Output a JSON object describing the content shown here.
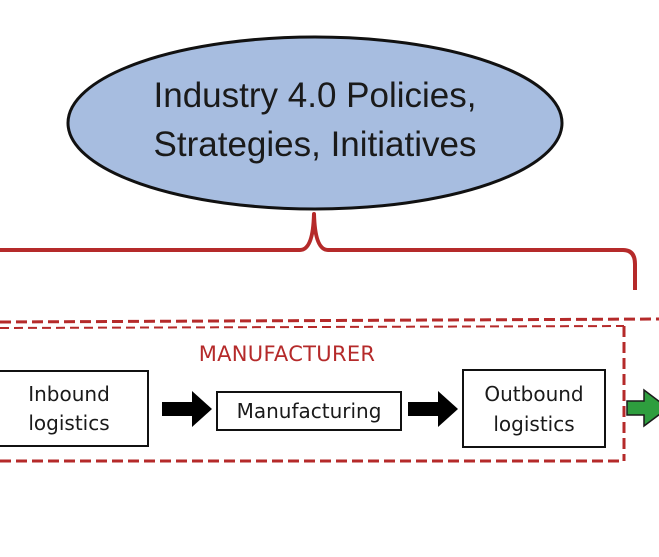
{
  "diagram": {
    "policies": {
      "line1": "Industry 4.0 Policies,",
      "line2": "Strategies, Initiatives"
    },
    "manufacturer_label": "MANUFACTURER",
    "steps": {
      "inbound": {
        "line1": "Inbound",
        "line2": "logistics"
      },
      "manufacturing": {
        "label": "Manufacturing"
      },
      "outbound": {
        "line1": "Outbound",
        "line2": "logistics"
      }
    },
    "colors": {
      "ellipse_fill": "#a7bde0",
      "bracket": "#b52a2a",
      "dashed_boundary": "#b52a2a",
      "arrow": "#000000",
      "exit_arrow": "#2e9e3e"
    }
  }
}
